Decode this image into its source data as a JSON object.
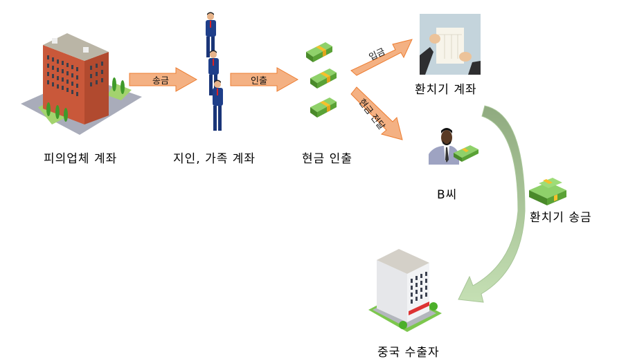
{
  "nodes": {
    "suspect_company": {
      "label": "피의업체 계좌",
      "icon": "office-building-icon"
    },
    "acquaintances": {
      "label": "지인, 가족 계좌",
      "icon": "businessmen-icon"
    },
    "cash_withdrawal": {
      "label": "현금 인출",
      "icon": "cash-stacks-icon"
    },
    "hawala_account": {
      "label": "환치기 계좌",
      "icon": "bank-statement-icon"
    },
    "person_b": {
      "label": "B씨",
      "icon": "man-with-cash-icon"
    },
    "hawala_remit": {
      "label": "환치기 송금",
      "icon": "cash-pile-icon"
    },
    "chinese_exporter": {
      "label": "중국 수출자",
      "icon": "office-tower-icon"
    }
  },
  "arrows": {
    "remit": {
      "label": "송금"
    },
    "withdraw": {
      "label": "인출"
    },
    "deposit": {
      "label": "입금"
    },
    "cash_delivery": {
      "label": "현금 전달"
    }
  },
  "colors": {
    "arrow_fill": "#f4b183",
    "arrow_stroke": "#ed7d31",
    "curve_arrow_top": "#8faa7f",
    "curve_arrow_bottom": "#c5e0b4",
    "cash_green": "#6aa84f",
    "cash_band": "#f6c02c"
  }
}
